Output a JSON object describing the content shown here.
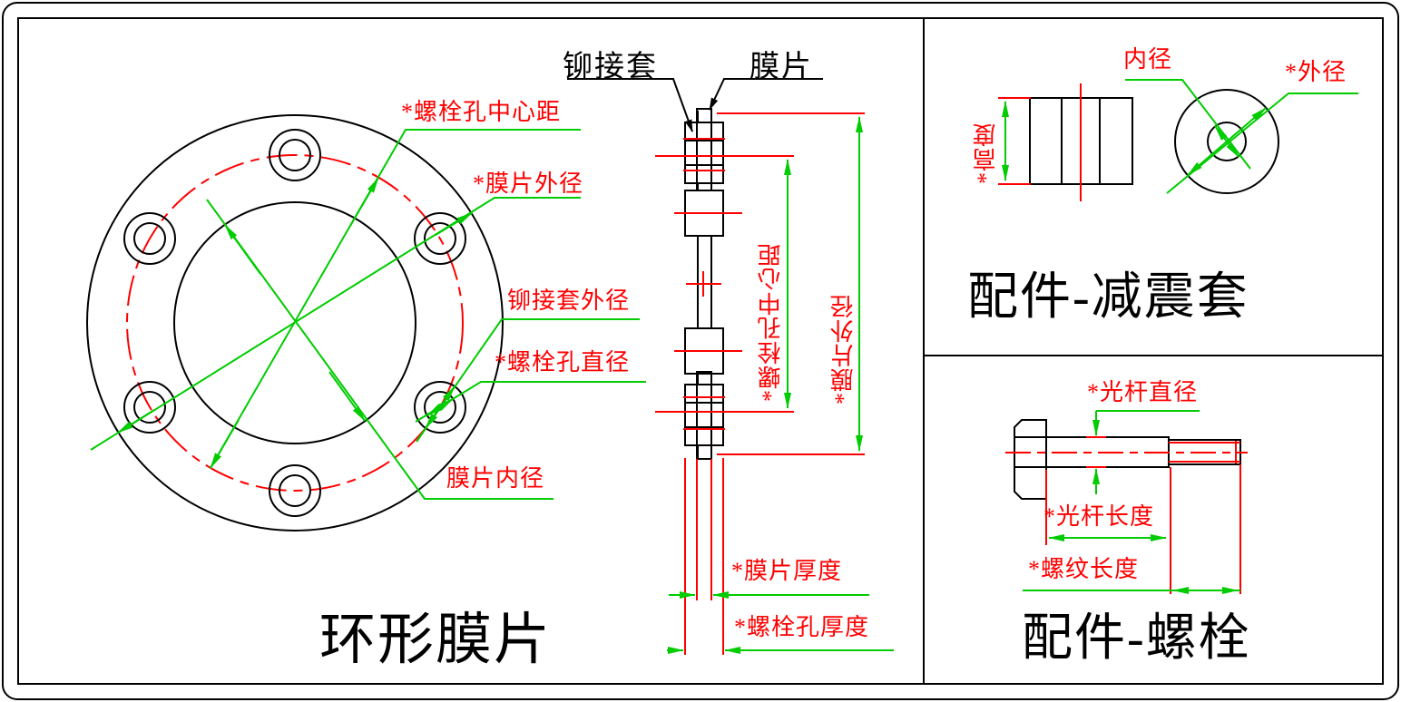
{
  "drawing": {
    "colors": {
      "annotation_red": "#FF0000",
      "dimension_green": "#00CC00",
      "hatch_cyan": "#29DDE6",
      "line_black": "#000000"
    },
    "sections": {
      "diaphragm_front": {
        "title": "环形膜片",
        "labels": {
          "bolt_hole_center_distance": "*螺栓孔中心距",
          "diaphragm_outer_diameter": "*膜片外径",
          "rivet_sleeve_outer_diameter": "铆接套外径",
          "bolt_hole_diameter": "*螺栓孔直径",
          "diaphragm_inner_diameter": "膜片内径"
        }
      },
      "diaphragm_section": {
        "labels": {
          "rivet_sleeve": "铆接套",
          "diaphragm": "膜片",
          "bolt_hole_center_distance": "*螺栓孔中心距",
          "diaphragm_outer_diameter": "*膜片外径",
          "diaphragm_thickness": "*膜片厚度",
          "bolt_hole_thickness": "*螺栓孔厚度"
        }
      },
      "damper_sleeve": {
        "title": "配件-减震套",
        "labels": {
          "inner_diameter": "内径",
          "outer_diameter": "*外径",
          "height": "*高度"
        }
      },
      "bolt": {
        "title": "配件-螺栓",
        "labels": {
          "shank_diameter": "*光杆直径",
          "shank_length": "*光杆长度",
          "thread_length": "*螺纹长度"
        }
      }
    }
  }
}
